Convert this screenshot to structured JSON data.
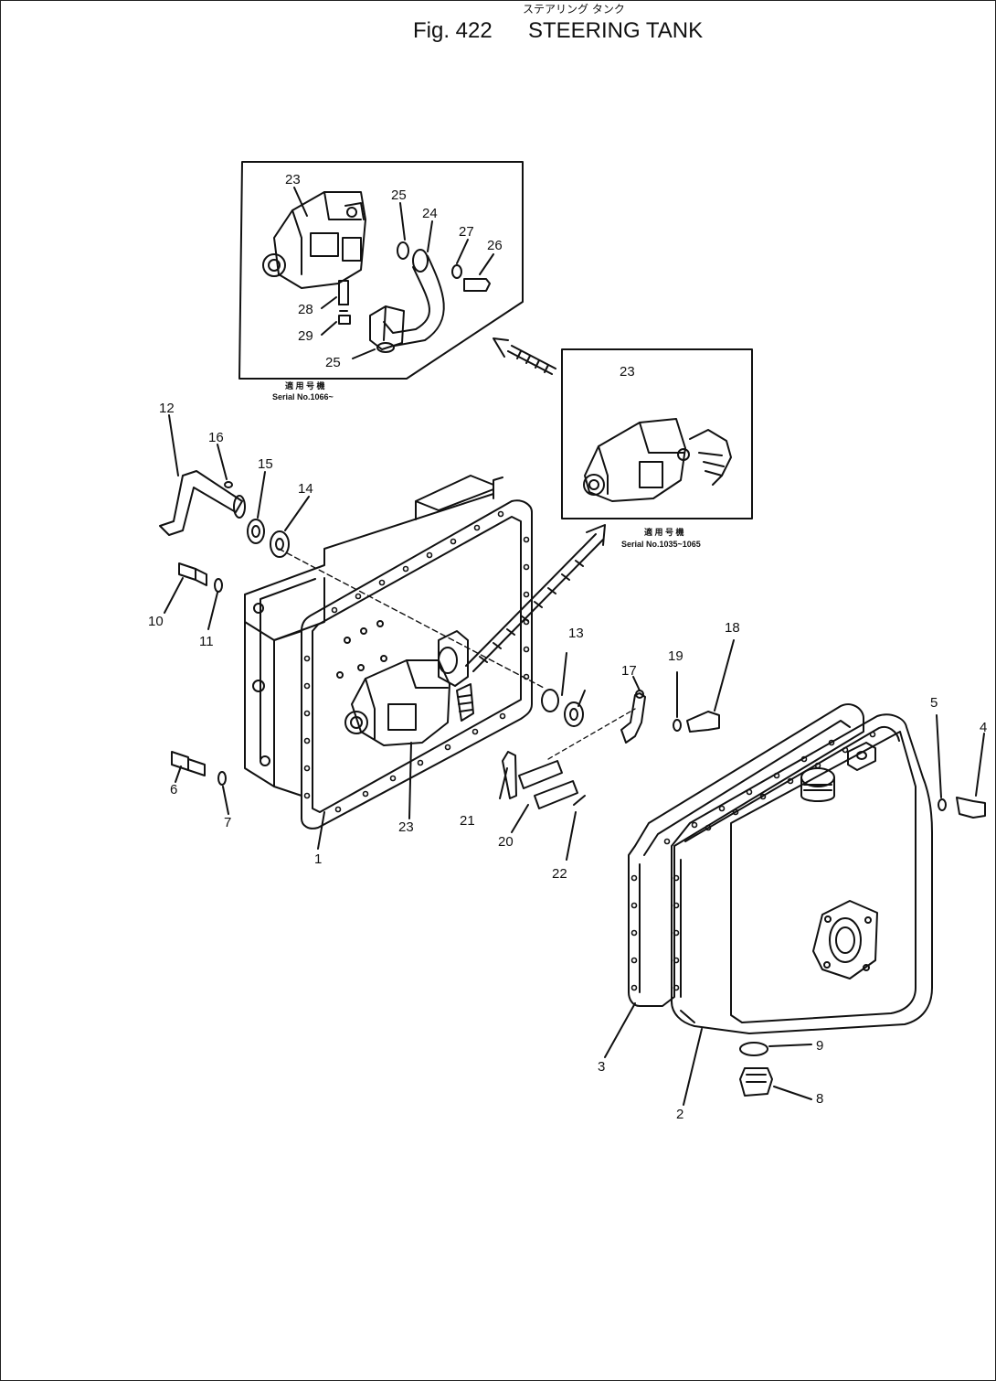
{
  "title": {
    "japanese": "ステアリング タンク",
    "fig_label": "Fig. 422",
    "name": "STEERING TANK"
  },
  "insets": [
    {
      "caption_jp": "適 用 号 機",
      "caption": "Serial No.1066~"
    },
    {
      "caption_jp": "適 用 号 機",
      "caption": "Serial No.1035~1065"
    }
  ],
  "callouts": [
    "1",
    "2",
    "3",
    "4",
    "5",
    "6",
    "7",
    "8",
    "9",
    "10",
    "11",
    "12",
    "13",
    "14",
    "15",
    "16",
    "17",
    "18",
    "19",
    "20",
    "21",
    "22",
    "23",
    "24",
    "25",
    "26",
    "27",
    "28",
    "29"
  ],
  "colors": {
    "line": "#111111",
    "background": "#ffffff"
  }
}
